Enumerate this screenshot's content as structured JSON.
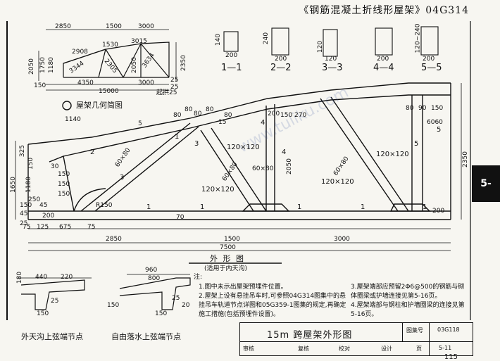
{
  "document": {
    "title": "《钢筋混凝土折线形屋架》04G314",
    "side_tab": "5-",
    "page_number": "115",
    "watermark": "www.tuliku.com"
  },
  "geometry_diagram": {
    "top_dims": [
      "2850",
      "1500",
      "3000"
    ],
    "member_lengths": [
      "2908",
      "1530",
      "3015",
      "3344",
      "2305",
      "2050",
      "3634"
    ],
    "left_heights": [
      "2050",
      "1750",
      "1180"
    ],
    "right_height": "2350",
    "bottom_dims": [
      "150",
      "4350",
      "3000"
    ],
    "right_dims": [
      "25",
      "25"
    ],
    "total": "15000",
    "camber": "起拱25",
    "caption": "屋架几何简图"
  },
  "sections": [
    {
      "label": "1—1",
      "height": "140",
      "width": "200"
    },
    {
      "label": "2—2",
      "height": "240",
      "width": "200"
    },
    {
      "label": "3—3",
      "height": "120",
      "width": "120"
    },
    {
      "label": "4—4",
      "height": "",
      "width": "200"
    },
    {
      "label": "5—5",
      "height": "120~240",
      "width": "200"
    }
  ],
  "main_view": {
    "chord_dims": [
      "80",
      "80",
      "80",
      "15",
      "200",
      "150",
      "270",
      "80",
      "90",
      "150",
      "6060"
    ],
    "top_left": [
      "1140",
      "5",
      "80",
      "80"
    ],
    "member_sizes": [
      "120×120",
      "120×120",
      "120×120",
      "120×120",
      "60×80",
      "60×80",
      "60×80",
      "60×80"
    ],
    "section_marks": [
      "1",
      "2",
      "3",
      "4",
      "5",
      "1",
      "1",
      "1",
      "1",
      "1",
      "3",
      "4",
      "5"
    ],
    "heights": [
      "2050",
      "2350"
    ],
    "left_dims": [
      "325",
      "150",
      "1180",
      "1650",
      "150",
      "250",
      "45",
      "25"
    ],
    "end_dims": [
      "30",
      "150",
      "150",
      "150",
      "45",
      "200",
      "200"
    ],
    "radius": "R150",
    "bottom_row": [
      "75",
      "125",
      "675",
      "75",
      "70"
    ],
    "bottom_totals": [
      "2850",
      "1500",
      "3000",
      "7500"
    ],
    "caption": "外 形 图",
    "sub_caption": "(适用于内天沟)"
  },
  "details": {
    "left_caption": "外天沟上弦端节点",
    "right_caption": "自由落水上弦端节点",
    "left_dims": [
      "180",
      "440",
      "220",
      "25",
      "150"
    ],
    "right_dims": [
      "960",
      "800",
      "25",
      "20",
      "150",
      "150"
    ]
  },
  "notes": {
    "heading": "注:",
    "items": [
      "1.图中未示出屋架预埋件位置。",
      "2.屋架上设有悬挂吊车时,可参照04G314图集中的悬挂吊车轨道节点详图和05G359-1图集的规定,再确定施工措施(包括预埋件设置)。",
      "3.屋架端部应预留2Φ6@500的钢筋与砌体圈梁或护墙连接见第5-16页。",
      "4.屋架端部与钢柱和护墙圈梁的连接见第5-16页。"
    ]
  },
  "title_block": {
    "name": "15m 跨屋架外形图",
    "atlas_label": "图集号",
    "atlas_no": "03G118",
    "page_label": "页",
    "page_value": "5-11",
    "row2": [
      "审核",
      "复核",
      "校对",
      "设计",
      "页"
    ]
  }
}
